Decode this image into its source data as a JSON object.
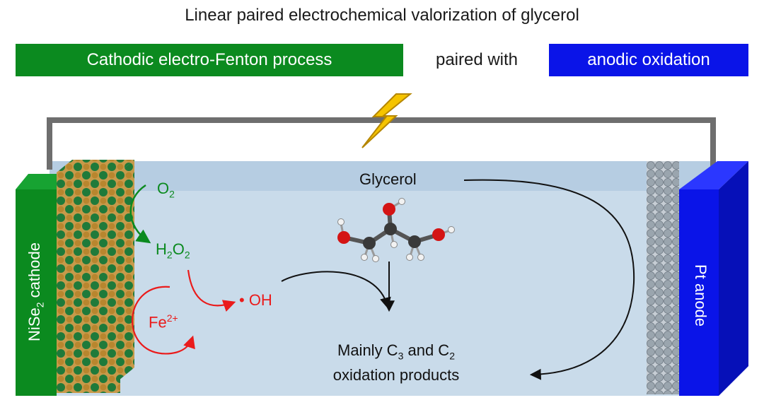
{
  "title": "Linear paired electrochemical valorization of glycerol",
  "banners": {
    "left": "Cathodic electro-Fenton process",
    "middle": "paired with",
    "right": "anodic oxidation"
  },
  "cathode": {
    "formula": "NiSe",
    "subscript": "2",
    "suffix": " cathode"
  },
  "anode": {
    "label": "Pt anode"
  },
  "species": {
    "o2": {
      "base": "O",
      "sub": "2"
    },
    "h2o2": {
      "a": "H",
      "a_sub": "2",
      "b": "O",
      "b_sub": "2"
    },
    "fe": {
      "base": "Fe",
      "sup": "2+"
    },
    "oh": "• OH"
  },
  "glycerol_label": "Glycerol",
  "products": {
    "line1_a": "Mainly C",
    "line1_sub1": "3",
    "line1_b": " and C",
    "line1_sub2": "2",
    "line2": "oxidation products"
  },
  "colors": {
    "green": "#0b8a1f",
    "blue": "#0a14e8",
    "red": "#ea1b1b",
    "electrolyte": "#c9dbea"
  },
  "icons": [
    "lightning-bolt-icon",
    "glycerol-molecule-icon"
  ]
}
